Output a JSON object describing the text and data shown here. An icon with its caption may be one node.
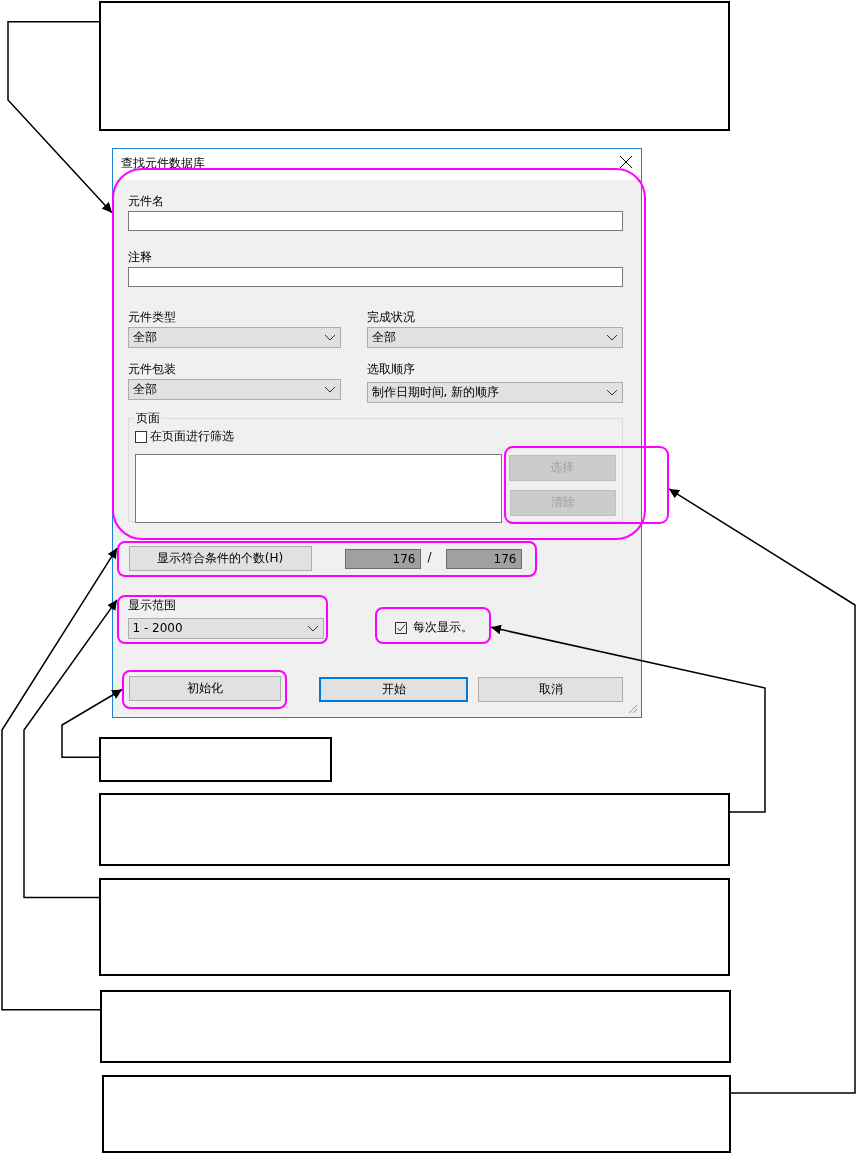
{
  "diagram": {
    "nodes": [
      {
        "text": [],
        "shape": "box"
      },
      {
        "text": [
          "查找元件数据库"
        ]
      },
      {
        "text": [
          "元件名",
          "注释",
          "元件类型",
          "全部",
          "完成状况",
          "全部",
          "元件包装",
          "全部",
          "选取顺序",
          "制作日期时间, 新的顺序",
          "页面",
          "在页面进行筛选"
        ],
        "in": 1
      },
      {
        "text": [
          "选择",
          "清除"
        ]
      },
      {
        "text": [
          "显示符合条件的个数(H)",
          "176",
          "/",
          "176"
        ],
        "in": 1
      },
      {
        "text": [
          "显示范围",
          "1 - 2000"
        ],
        "in": 1
      },
      {
        "text": [
          "每次显示。"
        ],
        "in": 1
      },
      {
        "text": [
          "初始化"
        ],
        "in": 1
      },
      {
        "text": [],
        "shape": "box"
      },
      {
        "text": [],
        "shape": "box"
      },
      {
        "text": [],
        "shape": "box"
      },
      {
        "text": [],
        "shape": "box"
      },
      {
        "text": [],
        "shape": "box"
      }
    ],
    "edges": [
      {
        "from": 0,
        "to": 2,
        "arrow": "to"
      },
      {
        "from": 8,
        "to": 7,
        "arrow": "to"
      },
      {
        "from": 9,
        "to": 6,
        "arrow": "to"
      },
      {
        "from": 10,
        "to": 5,
        "arrow": "to"
      },
      {
        "from": 11,
        "to": 4,
        "arrow": "to"
      },
      {
        "from": 12,
        "to": 3,
        "arrow": "to"
      }
    ],
    "labels": [
      "开始",
      "取消"
    ]
  }
}
